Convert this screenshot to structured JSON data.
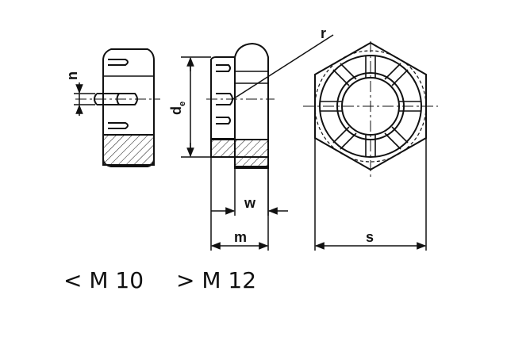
{
  "labels": {
    "n": "n",
    "de_base": "d",
    "de_sub": "e",
    "r": "r",
    "w": "w",
    "m": "m",
    "s": "s"
  },
  "captions": {
    "left": "< M 10",
    "right": "> M 12"
  },
  "colors": {
    "line": "#111111",
    "background": "#ffffff"
  }
}
